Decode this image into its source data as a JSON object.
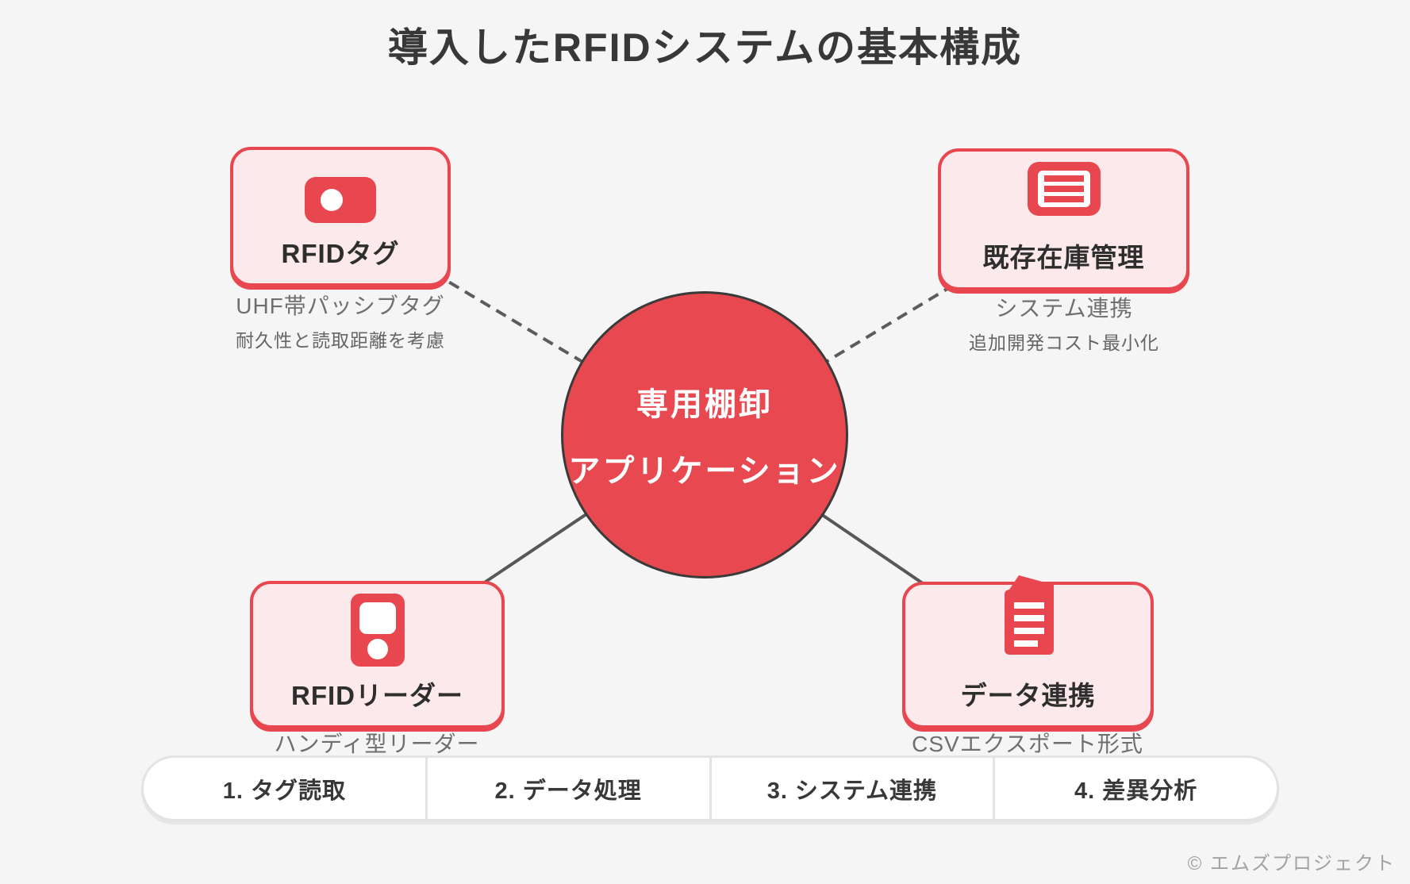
{
  "title": "導入したRFIDシステムの基本構成",
  "center": {
    "line1": "専用棚卸",
    "line2": "アプリケーション"
  },
  "nodes": {
    "tag": {
      "label": "RFIDタグ",
      "subtitle": "UHF帯パッシブタグ",
      "note": "耐久性と読取距離を考慮",
      "icon": "rfid-tag-icon"
    },
    "inventory": {
      "label": "既存在庫管理",
      "subtitle": "システム連携",
      "note": "追加開発コスト最小化",
      "icon": "inventory-list-icon"
    },
    "reader": {
      "label": "RFIDリーダー",
      "subtitle": "ハンディ型リーダー",
      "icon": "handheld-reader-icon"
    },
    "data_link": {
      "label": "データ連携",
      "subtitle": "CSVエクスポート形式",
      "icon": "document-icon"
    }
  },
  "process_steps": [
    {
      "label": "1. タグ読取"
    },
    {
      "label": "2. データ処理"
    },
    {
      "label": "3. システム連携"
    },
    {
      "label": "4. 差異分析"
    }
  ],
  "footer": {
    "credit": "© エムズプロジェクト"
  },
  "colors": {
    "accent_red": "#E8474F",
    "circle_red": "#E84850",
    "pink_fill": "#FCE9EB",
    "background": "#F5F5F6",
    "text_dark": "#383838",
    "text_gray": "#6F6F6F",
    "connector_gray": "#5C5C5C"
  }
}
